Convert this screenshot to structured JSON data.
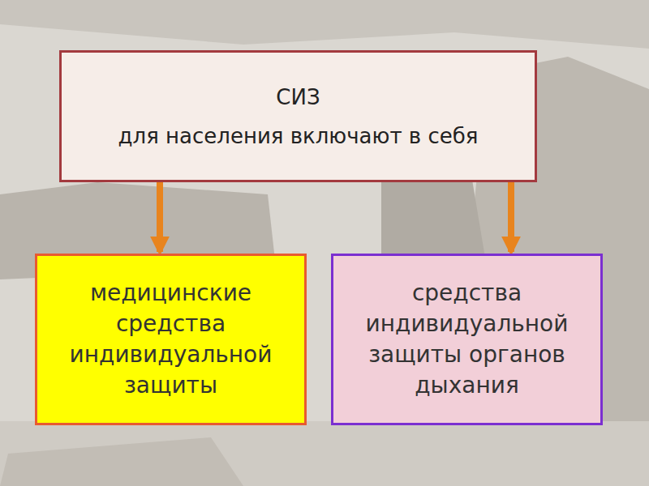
{
  "diagram": {
    "nodes": [
      {
        "text": [
          "СИЗ",
          "для населения включают в себя"
        ]
      },
      {
        "text": [
          "медицинские средства индивидуальной защиты"
        ]
      },
      {
        "text": [
          "средства индивидуальной защиты органов дыхания"
        ]
      }
    ],
    "edges": [
      {
        "from": 0,
        "to": 1,
        "arrow": "to"
      },
      {
        "from": 0,
        "to": 2,
        "arrow": "to"
      }
    ]
  }
}
